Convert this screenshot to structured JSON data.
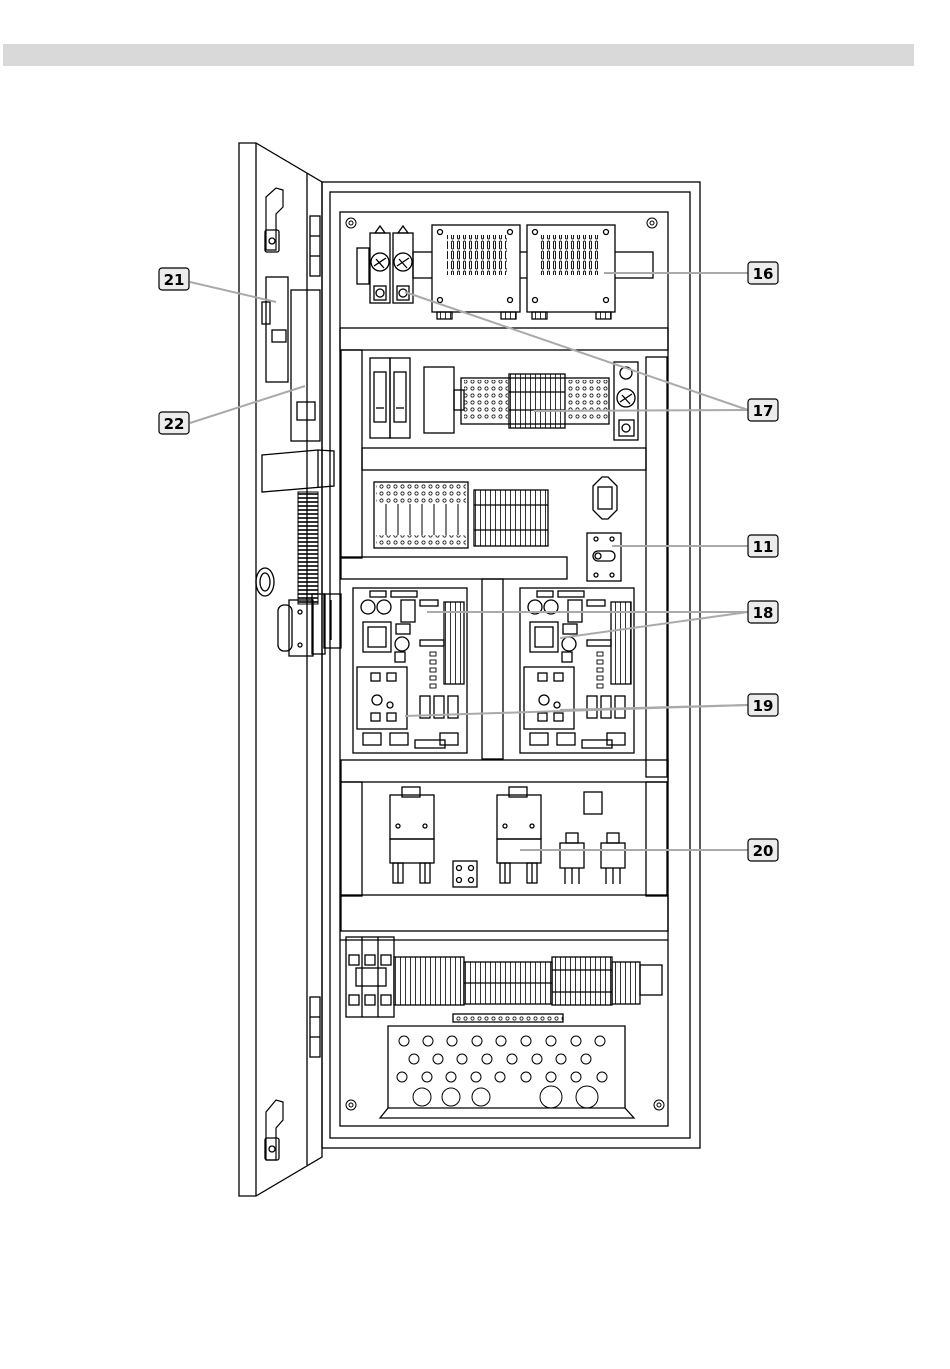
{
  "header": {
    "bar_color": "#d9d9d9"
  },
  "callouts": [
    {
      "id": "21",
      "label": "21"
    },
    {
      "id": "22",
      "label": "22"
    },
    {
      "id": "16",
      "label": "16"
    },
    {
      "id": "17",
      "label": "17"
    },
    {
      "id": "11",
      "label": "11"
    },
    {
      "id": "18",
      "label": "18"
    },
    {
      "id": "19",
      "label": "19"
    },
    {
      "id": "20",
      "label": "20"
    }
  ],
  "colors": {
    "line": "#000000",
    "leader": "#aaaaaa",
    "badge_fill": "#ececec"
  }
}
